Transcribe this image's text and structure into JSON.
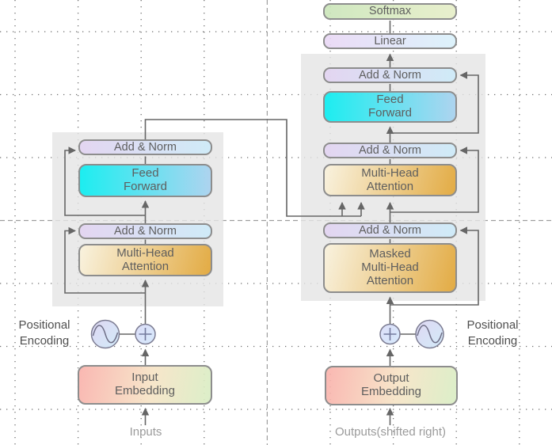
{
  "diagram": {
    "type": "transformer-architecture",
    "labels": {
      "softmax": "Softmax",
      "linear": "Linear",
      "add_norm": "Add & Norm",
      "feed_forward": "Feed\nForward",
      "multi_head_attention": "Multi-Head\nAttention",
      "masked_multi_head_attention": "Masked\nMulti-Head\nAttention",
      "input_embedding": "Input\nEmbedding",
      "output_embedding": "Output\nEmbedding",
      "positional_encoding": "Positional\nEncoding",
      "inputs": "Inputs",
      "outputs": "Outputs(shifted right)"
    },
    "icons": {
      "sine_wave": "sine-wave-icon",
      "plus": "plus-icon"
    },
    "colors": {
      "background": "#ffffff",
      "panel": "#eaeaea",
      "edge": "#666666",
      "box_border": "#8d8d8d",
      "box_text": "#5e5e5e",
      "muted_text": "#9b9b9b",
      "grid_dot": "#4d4d4d",
      "page_divider_dash": "#9e9e9e",
      "softmax_gradient": [
        "#cae5b9",
        "#e6eec7"
      ],
      "linear_gradient": [
        "#e9d7f5",
        "#d9f1fb"
      ],
      "add_norm_gradient": [
        "#e2d2f2",
        "#cbebfa"
      ],
      "feed_forward_gradient": [
        "#00eef1",
        "#a5d1f0"
      ],
      "attention_gradient": [
        "#faf3de",
        "#e2a636"
      ],
      "embedding_gradient": [
        "#f9b0aa",
        "#f6e3c4",
        "#d8edc3"
      ],
      "circle_gradient": [
        "#dcd4f2",
        "#cfe9f8"
      ]
    }
  }
}
